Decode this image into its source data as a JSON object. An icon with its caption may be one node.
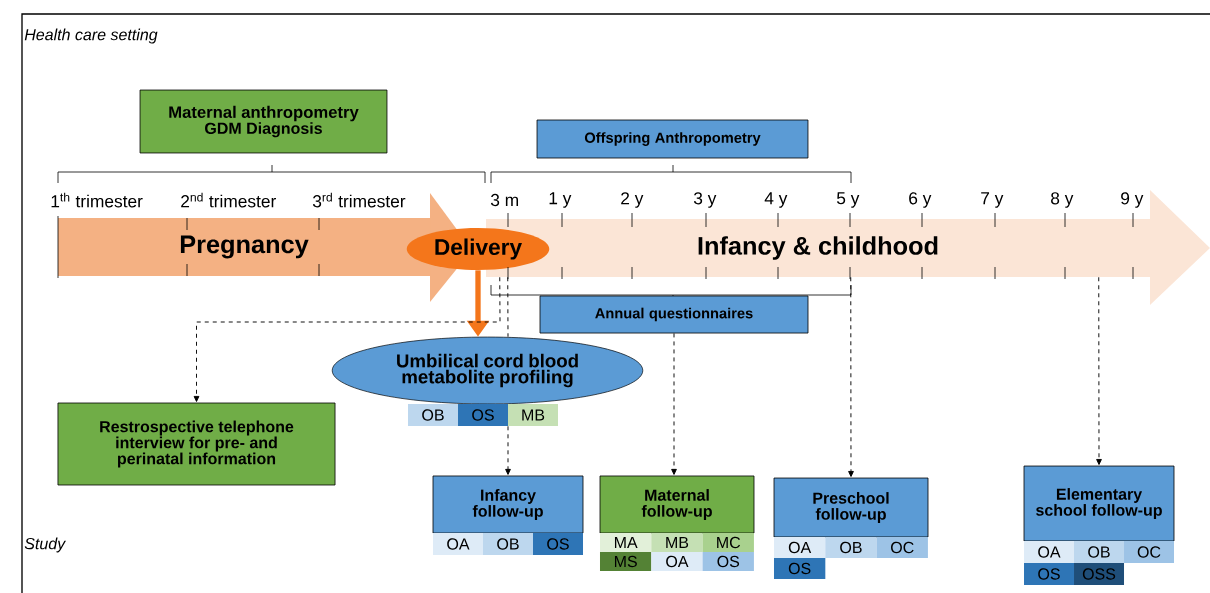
{
  "diagram": {
    "nodes": [
      {
        "text": [
          "Maternal anthropometry",
          "GDM Diagnosis"
        ]
      },
      {
        "text": [
          "Offspring Anthropometry"
        ]
      },
      {
        "text": [
          "Pregnancy"
        ]
      },
      {
        "text": [
          "Infancy & childhood"
        ]
      },
      {
        "text": [
          "Delivery"
        ]
      },
      {
        "text": [
          "Annual questionnaires"
        ]
      },
      {
        "text": [
          "Umbilical cord blood metabolite profiling"
        ],
        "beside": [
          "OB",
          "OS",
          "MB"
        ]
      },
      {
        "text": [
          "Restrospective telephone interview for pre- and perinatal information"
        ]
      },
      {
        "text": [
          "Infancy follow-up"
        ],
        "beside": [
          "OA",
          "OB",
          "OS"
        ]
      },
      {
        "text": [
          "Maternal follow-up"
        ],
        "beside": [
          "MA",
          "MB",
          "MC",
          "MS",
          "OA",
          "OS"
        ]
      },
      {
        "text": [
          "Preschool follow-up"
        ],
        "beside": [
          "OA",
          "OB",
          "OC",
          "OS"
        ]
      },
      {
        "text": [
          "Elementary school follow-up"
        ],
        "beside": [
          "OA",
          "OB",
          "OC",
          "OS",
          "OSS"
        ]
      }
    ],
    "edges": [
      {
        "from": 4,
        "to": 6,
        "arrow": "to",
        "style": "thick",
        "color": "#f4761b"
      },
      {
        "from": 3,
        "to": 7,
        "arrow": "to",
        "style": "dashed"
      },
      {
        "from": 3,
        "to": 6,
        "arrow": "none",
        "style": "dashed"
      },
      {
        "from": 6,
        "to": 8,
        "arrow": "to",
        "style": "dashed"
      },
      {
        "from": 5,
        "to": 9,
        "arrow": "to",
        "style": "dashed"
      },
      {
        "from": 3,
        "to": 10,
        "arrow": "to",
        "style": "dashed"
      },
      {
        "from": 3,
        "to": 11,
        "arrow": "to",
        "style": "dashed"
      }
    ],
    "labels": [
      "Health care setting",
      "1$^{th}$ trimester",
      "2$^{nd}$ trimester",
      "3$^{rd}$ trimester",
      "3 m",
      "1 y",
      "2 y",
      "3 y",
      "4 y",
      "5 y",
      "6 y",
      "7 y",
      "8 y",
      "9 y",
      "Study"
    ]
  }
}
